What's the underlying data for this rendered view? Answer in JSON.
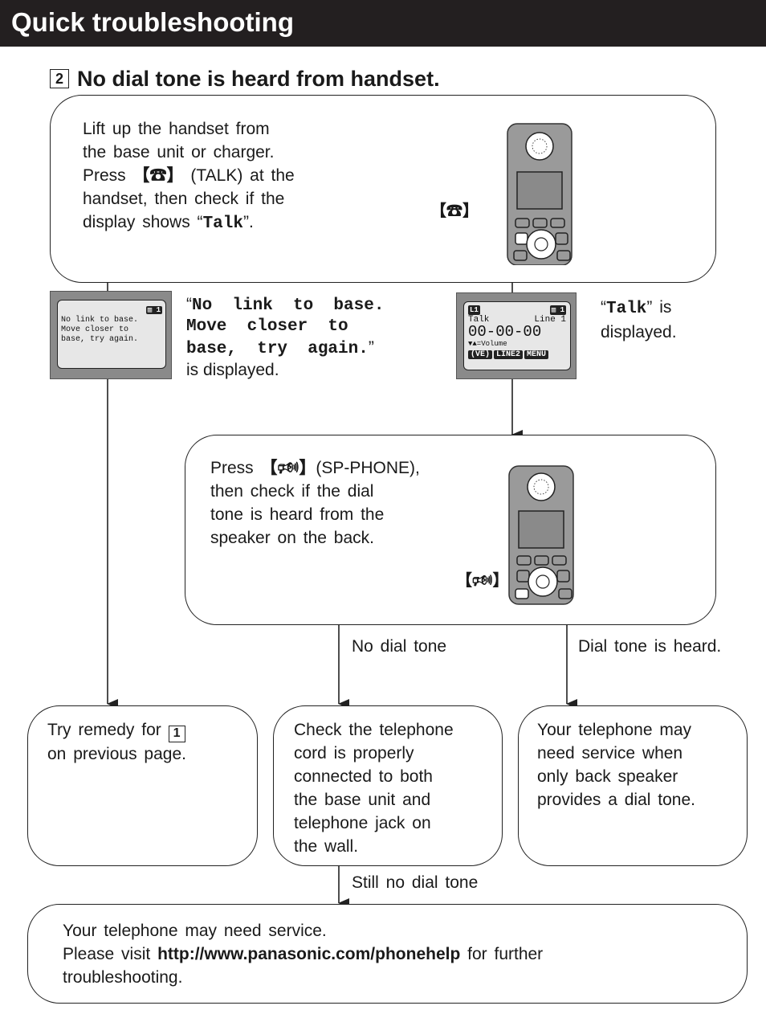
{
  "header": {
    "title": "Quick troubleshooting"
  },
  "section": {
    "number": "2",
    "title": "No dial tone is heard from handset."
  },
  "step1": {
    "lines": [
      "Lift up the handset from",
      "the base unit or charger.",
      "handset, then check if the"
    ],
    "press_word": "Press",
    "talk_key": "【☎】",
    "talk_name": "(TALK) at the",
    "display_prefix": "display shows “",
    "display_value": "Talk",
    "display_suffix": "”.",
    "key_callout": "【☎】"
  },
  "result_no_link": {
    "lcd": {
      "line1": "No link to base.",
      "line2": "Move closer to",
      "line3": "base, try again."
    },
    "message_lines": [
      "No  link  to  base.",
      "Move  closer  to",
      "base,  try  again."
    ],
    "suffix": "is displayed."
  },
  "result_talk": {
    "lcd": {
      "line_tag": "L1",
      "left": "Talk",
      "right": "Line 1",
      "timer": "00-00-00",
      "volume": "▼▲=Volume",
      "soft_keys": [
        "(VE)",
        "LINE2",
        "MENU"
      ]
    },
    "message_value": "Talk",
    "message_rest": "is",
    "message_line2": "displayed."
  },
  "step2": {
    "lines": [
      "then check if the dial",
      "tone is heard from the",
      "speaker on the back."
    ],
    "press_word": "Press",
    "key": "【🕬】",
    "key_name": "(SP-PHONE),",
    "key_callout": "【🕬】"
  },
  "branches": {
    "no_dial_tone": "No dial tone",
    "dial_tone_heard": "Dial tone is heard.",
    "still_no_dial_tone": "Still no dial tone"
  },
  "outcome_remedy": {
    "text_before": "Try remedy for",
    "ref_number": "1",
    "text_after": "on previous page."
  },
  "outcome_check_cord": {
    "lines": [
      "Check the telephone",
      "cord is properly",
      "connected to both",
      "the base unit and",
      "telephone jack on",
      "the wall."
    ]
  },
  "outcome_service_back": {
    "lines": [
      "Your telephone may",
      "need service when",
      "only back speaker",
      "provides a dial tone."
    ]
  },
  "final": {
    "line1": "Your telephone may need service.",
    "visit_prefix": "Please visit",
    "url": "http://www.panasonic.com/phonehelp",
    "visit_suffix": "for further",
    "line3": "troubleshooting."
  }
}
